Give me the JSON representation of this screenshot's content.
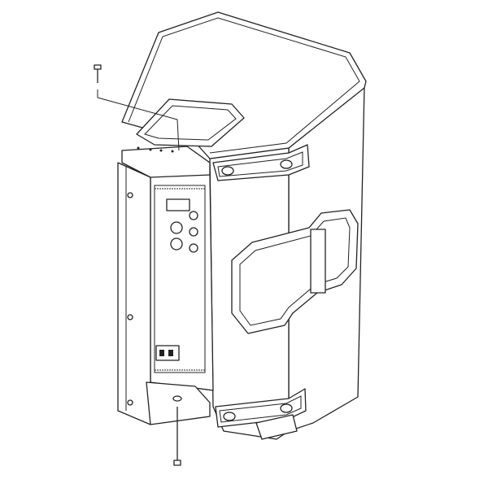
{
  "colors": {
    "stroke": "#222222",
    "background": "#ffffff"
  },
  "diagram": {
    "type": "line-drawing",
    "parts": [
      "speaker-cabinet",
      "mounting-bracket",
      "top-screw",
      "bottom-screw",
      "handles",
      "rear-panel"
    ]
  }
}
